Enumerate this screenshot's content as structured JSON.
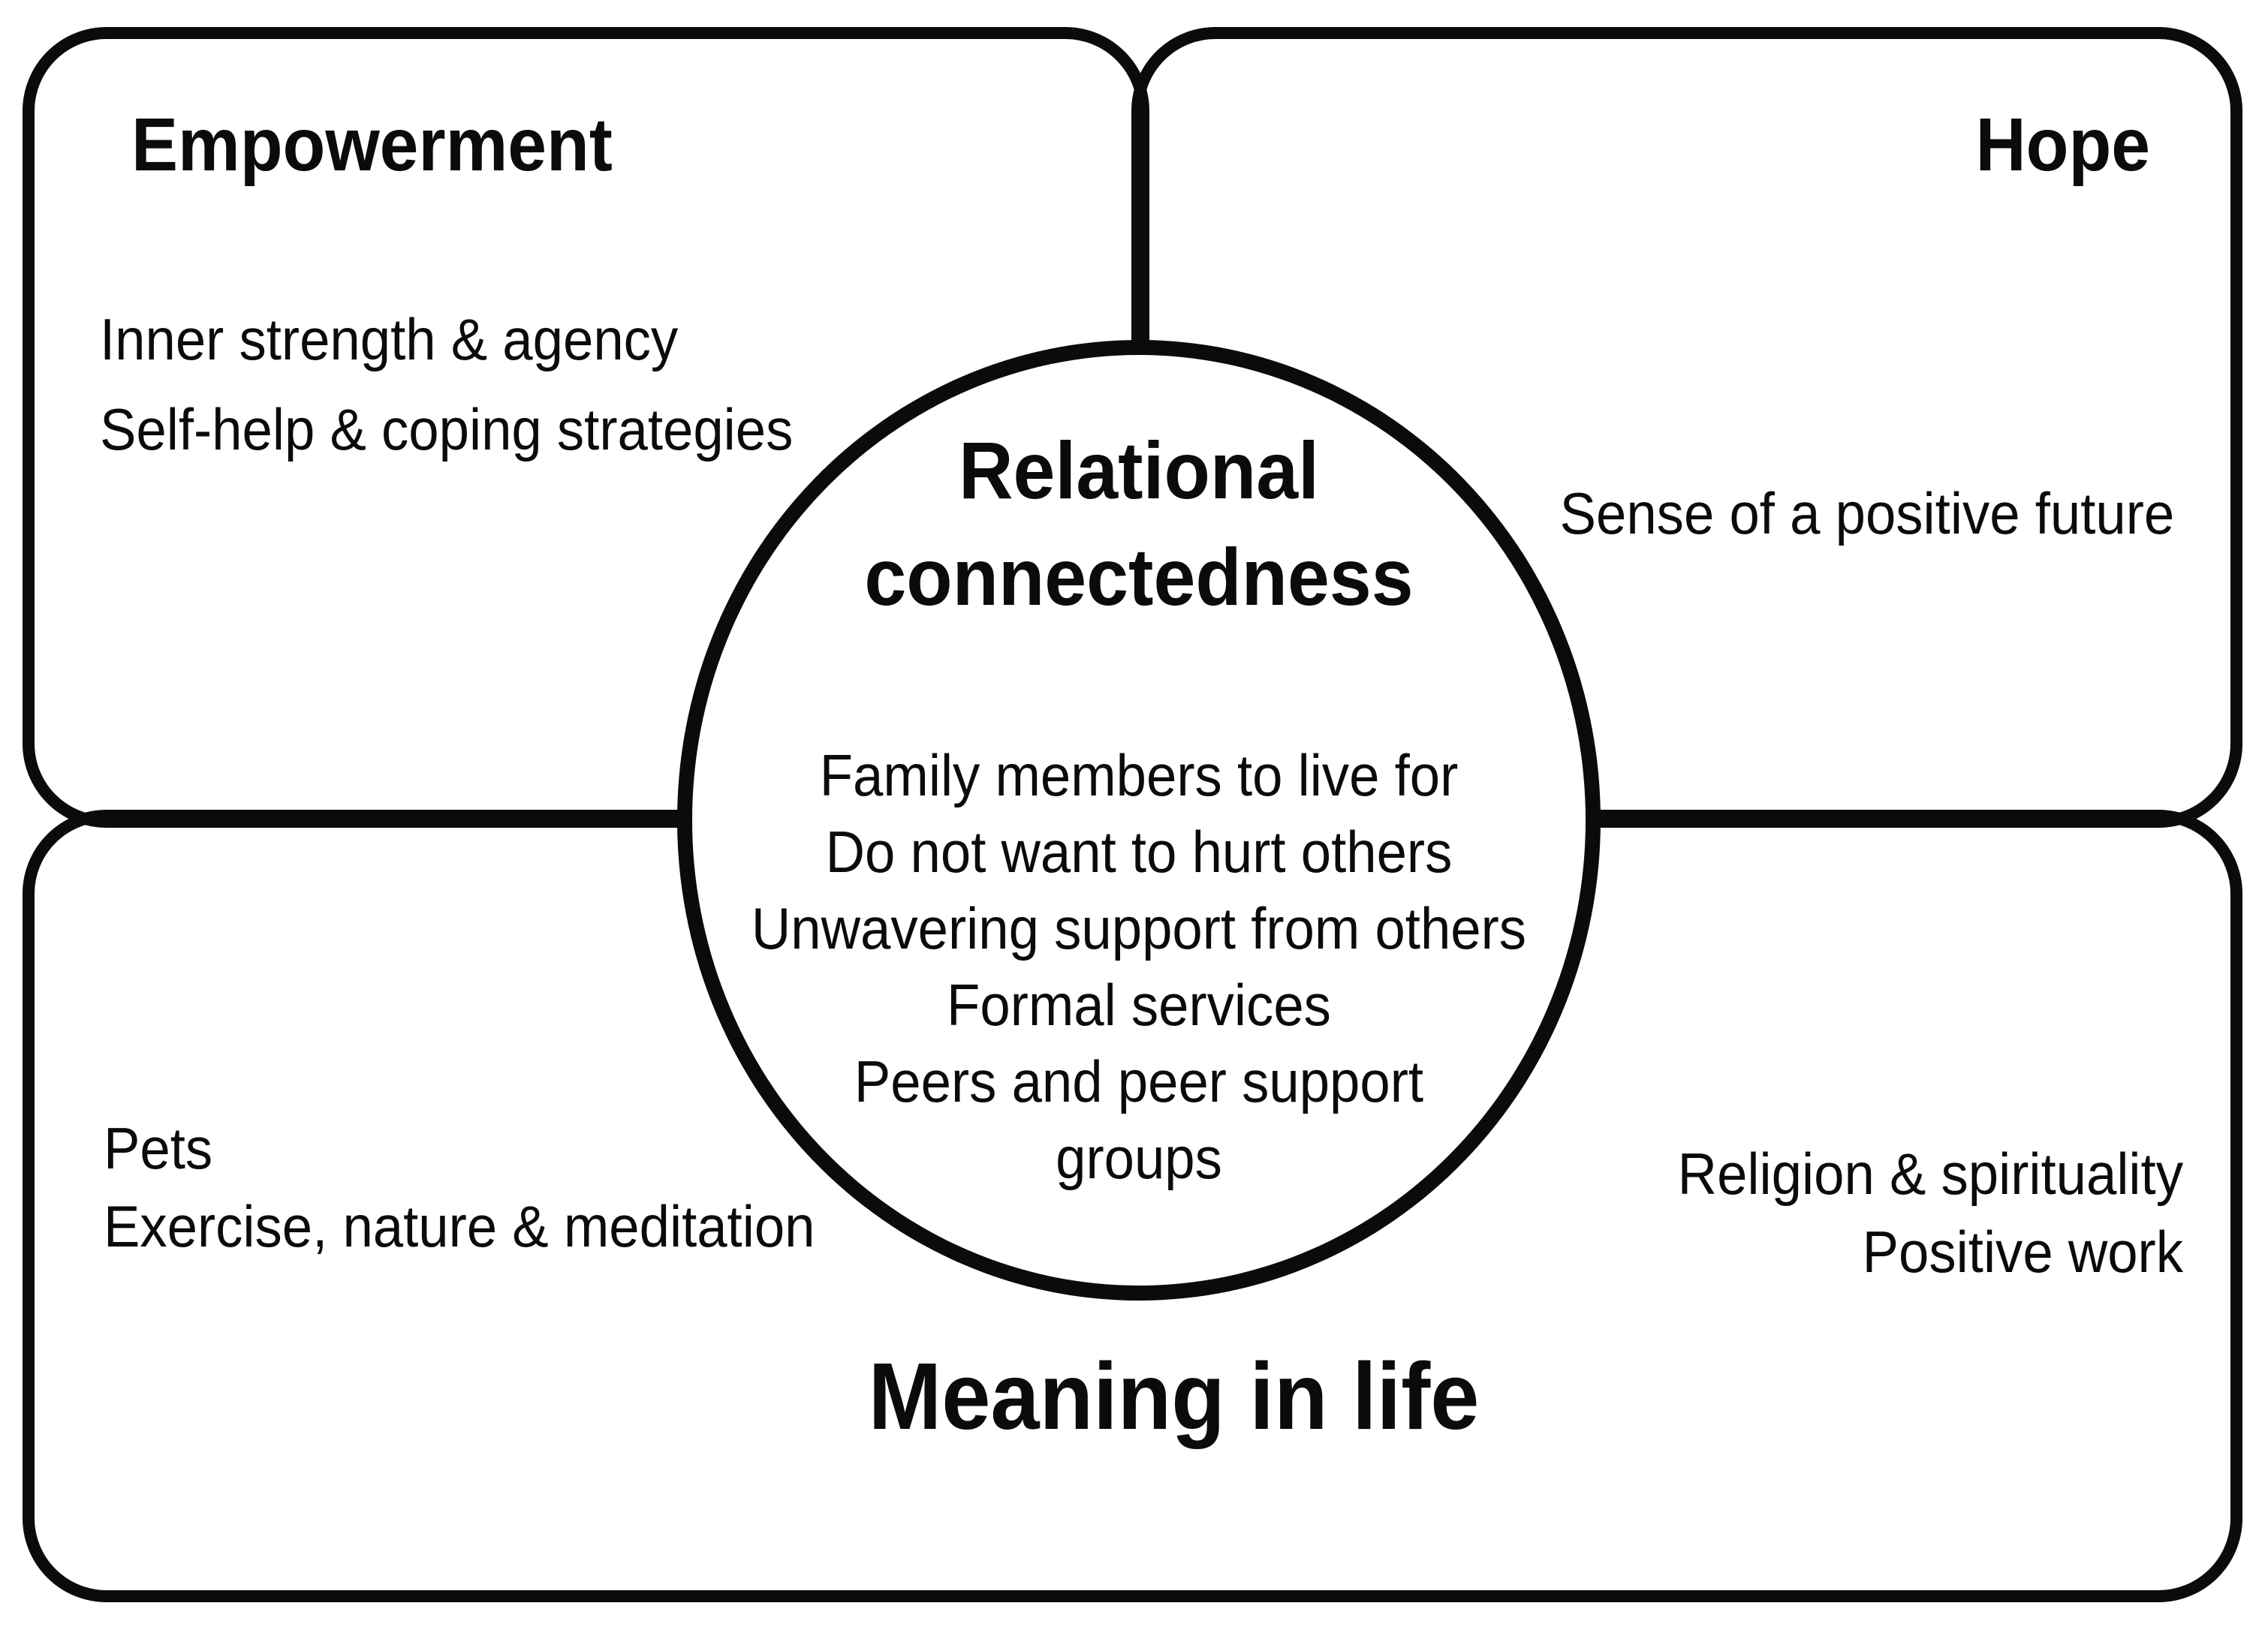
{
  "figure": {
    "colors": {
      "ink": "#0b0b0b",
      "background": "#ffffff"
    },
    "empowerment": {
      "title": "Empowerment",
      "items": [
        "Inner strength & agency",
        "Self-help & coping strategies"
      ]
    },
    "hope": {
      "title": "Hope",
      "items": [
        "Sense of a positive future"
      ]
    },
    "meaning": {
      "title": "Meaning in life",
      "items_left": [
        "Pets",
        "Exercise, nature & meditation"
      ],
      "items_right": [
        "Religion & spirituality",
        "Positive work"
      ]
    },
    "circle": {
      "title_lines": [
        "Relational",
        "connectedness"
      ],
      "lines": [
        "Family members to live for",
        "Do not want to hurt others",
        "Unwavering support from others",
        "Formal services",
        "Peers and peer support",
        "groups"
      ]
    }
  }
}
